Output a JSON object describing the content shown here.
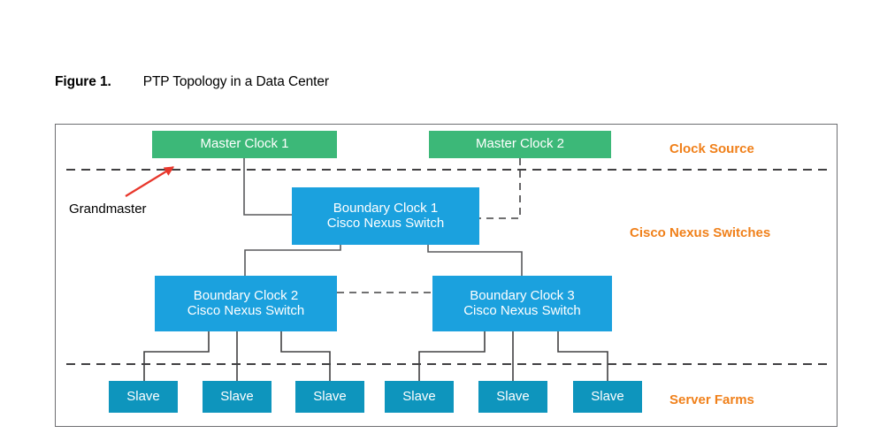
{
  "caption": {
    "label": "Figure 1.",
    "title": "PTP Topology in a Data Center"
  },
  "diagram": {
    "annotation": {
      "grandmaster_label": "Grandmaster",
      "arrow_color": "#e8372c"
    },
    "zone_labels": [
      {
        "name": "clock-source",
        "text": "Clock Source"
      },
      {
        "name": "cisco-nexus-switches",
        "text": "Cisco Nexus Switches"
      },
      {
        "name": "server-farms",
        "text": "Server Farms"
      }
    ],
    "clock_sources": [
      {
        "name": "master-clock-1",
        "line1": "Master Clock 1",
        "line2": ""
      },
      {
        "name": "master-clock-2",
        "line1": "Master Clock 2",
        "line2": ""
      }
    ],
    "boundary_clocks": [
      {
        "name": "boundary-clock-1",
        "line1": "Boundary Clock 1",
        "line2": "Cisco Nexus Switch"
      },
      {
        "name": "boundary-clock-2",
        "line1": "Boundary Clock 2",
        "line2": "Cisco Nexus Switch"
      },
      {
        "name": "boundary-clock-3",
        "line1": "Boundary Clock 3",
        "line2": "Cisco Nexus Switch"
      }
    ],
    "slaves": [
      {
        "name": "slave-1",
        "label": "Slave"
      },
      {
        "name": "slave-2",
        "label": "Slave"
      },
      {
        "name": "slave-3",
        "label": "Slave"
      },
      {
        "name": "slave-4",
        "label": "Slave"
      },
      {
        "name": "slave-5",
        "label": "Slave"
      },
      {
        "name": "slave-6",
        "label": "Slave"
      }
    ],
    "colors": {
      "clock_source_fill": "#3cb878",
      "boundary_clock_fill": "#1ba1de",
      "slave_fill": "#0e95bd",
      "zone_label": "#f0801a",
      "wire": "#58595b",
      "frame": "#6d6e71",
      "arrow": "#e8372c"
    }
  }
}
